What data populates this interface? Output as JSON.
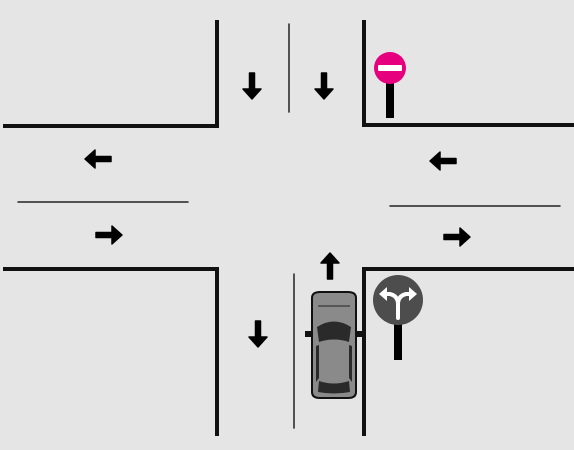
{
  "scene": {
    "type": "intersection-diagram",
    "background_color": "#e5e5e5",
    "curb_color": "#111111",
    "lane_line_color": "#222222",
    "arrow_color": "#000000"
  },
  "signs": {
    "no_entry": {
      "icon": "no-entry-icon",
      "color": "#e6007e",
      "bar_color": "#ffffff"
    },
    "turn_left_or_right": {
      "icon": "turn-left-or-right-icon",
      "color": "#4d4d4d",
      "arrow_color": "#ffffff"
    }
  },
  "vehicle": {
    "icon": "car-top-view-icon",
    "body_color": "#8a8a8a",
    "window_color": "#2a2a2a",
    "heading": "north"
  },
  "lane_arrows": [
    {
      "lane": "north-road-left",
      "direction": "down"
    },
    {
      "lane": "north-road-right",
      "direction": "down"
    },
    {
      "lane": "west-road-top",
      "direction": "left"
    },
    {
      "lane": "west-road-bottom",
      "direction": "right"
    },
    {
      "lane": "east-road-top",
      "direction": "left"
    },
    {
      "lane": "east-road-bottom",
      "direction": "right"
    },
    {
      "lane": "south-road-left",
      "direction": "down"
    },
    {
      "lane": "south-road-car-lane",
      "direction": "up"
    }
  ]
}
